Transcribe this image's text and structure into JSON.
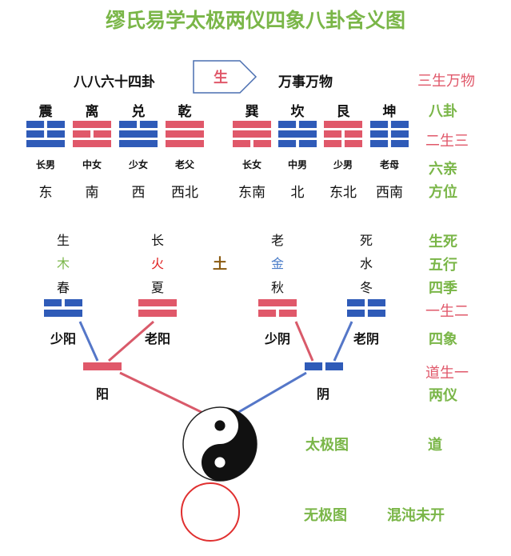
{
  "title": "缪氏易学太极两仪四象八卦含义图",
  "top_row": {
    "left": "八八六十四卦",
    "arrow": "生",
    "right": "万事万物",
    "label": "三生万物"
  },
  "trigrams": [
    {
      "name": "震",
      "kin": "长男",
      "dir": "东",
      "lines": [
        0,
        0,
        1
      ],
      "color": "blue"
    },
    {
      "name": "离",
      "kin": "中女",
      "dir": "南",
      "lines": [
        1,
        0,
        1
      ],
      "color": "red"
    },
    {
      "name": "兑",
      "kin": "少女",
      "dir": "西",
      "lines": [
        0,
        1,
        1
      ],
      "color": "blue"
    },
    {
      "name": "乾",
      "kin": "老父",
      "dir": "西北",
      "lines": [
        1,
        1,
        1
      ],
      "color": "red"
    },
    {
      "name": "巽",
      "kin": "长女",
      "dir": "东南",
      "lines": [
        1,
        1,
        0
      ],
      "color": "red"
    },
    {
      "name": "坎",
      "kin": "中男",
      "dir": "北",
      "lines": [
        0,
        1,
        0
      ],
      "color": "blue"
    },
    {
      "name": "艮",
      "kin": "少男",
      "dir": "东北",
      "lines": [
        1,
        0,
        0
      ],
      "color": "red"
    },
    {
      "name": "坤",
      "kin": "老母",
      "dir": "西南",
      "lines": [
        0,
        0,
        0
      ],
      "color": "blue"
    }
  ],
  "right_labels": {
    "bagua": "八卦",
    "ershengsan": "二生三",
    "liuqin": "六亲",
    "fangwei": "方位",
    "shengsi": "生死",
    "wuxing": "五行",
    "siji": "四季",
    "yishenger": "一生二",
    "sixiang": "四象",
    "daoshengyi": "道生一",
    "liangyi": "两仪"
  },
  "sixiang": [
    {
      "life": "生",
      "element": "木",
      "element_color": "#7ab648",
      "season": "春",
      "name": "少阳",
      "lines": [
        0,
        1
      ],
      "color": "blue"
    },
    {
      "life": "长",
      "element": "火",
      "element_color": "#e02020",
      "season": "夏",
      "name": "老阳",
      "lines": [
        1,
        1
      ],
      "color": "red"
    },
    {
      "life": "老",
      "element": "金",
      "element_color": "#4a7cc8",
      "season": "秋",
      "name": "少阴",
      "lines": [
        1,
        0
      ],
      "color": "red"
    },
    {
      "life": "死",
      "element": "水",
      "element_color": "#111111",
      "season": "冬",
      "name": "老阴",
      "lines": [
        0,
        0
      ],
      "color": "blue"
    }
  ],
  "earth": {
    "text": "土",
    "color": "#8a5a10"
  },
  "liangyi": [
    {
      "name": "阳",
      "line": 1,
      "color": "red"
    },
    {
      "name": "阴",
      "line": 0,
      "color": "blue"
    }
  ],
  "taiji": {
    "label": "太极图",
    "dao": "道"
  },
  "wuji": {
    "label": "无极图",
    "hundun": "混沌未开"
  },
  "colors": {
    "blue": "#2f5bb8",
    "red": "#e0586a",
    "green": "#7ab648",
    "blue_link": "#5577c8",
    "red_link": "#d95a6a",
    "wuji_circle": "#e03030"
  }
}
